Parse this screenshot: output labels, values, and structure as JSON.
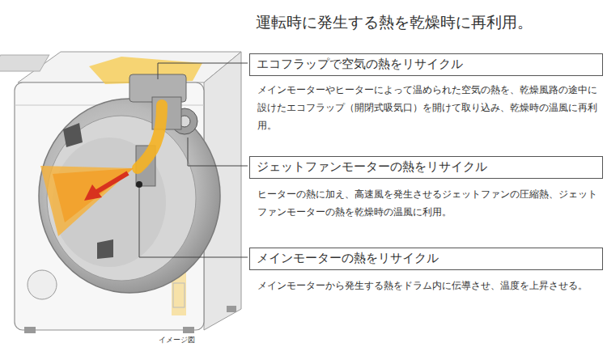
{
  "diagram": {
    "title": "運転時に発生する熱を乾燥時に再利用。",
    "nodes": [
      {
        "text": [
          "エコフラップで空気の熱をリサイクル"
        ]
      },
      {
        "text": [
          "ジェットファンモーターの熱をリサイクル"
        ]
      },
      {
        "text": [
          "メインモーターの熱をリサイクル"
        ]
      }
    ],
    "labels": [
      "メインモーターやヒーターによって温められた空気の熱を、乾燥風路の途中に設けたエコフラップ（開閉式吸気口）を開けて取り込み、乾燥時の温風に再利用。",
      "ヒーターの熱に加え、高速風を発生させるジェットファンの圧縮熱、ジェットファンモーターの熱を乾燥時の温風に利用。",
      "メインモーターから発生する熱をドラム内に伝導させ、温度を上昇させる。",
      "イメージ図"
    ]
  }
}
